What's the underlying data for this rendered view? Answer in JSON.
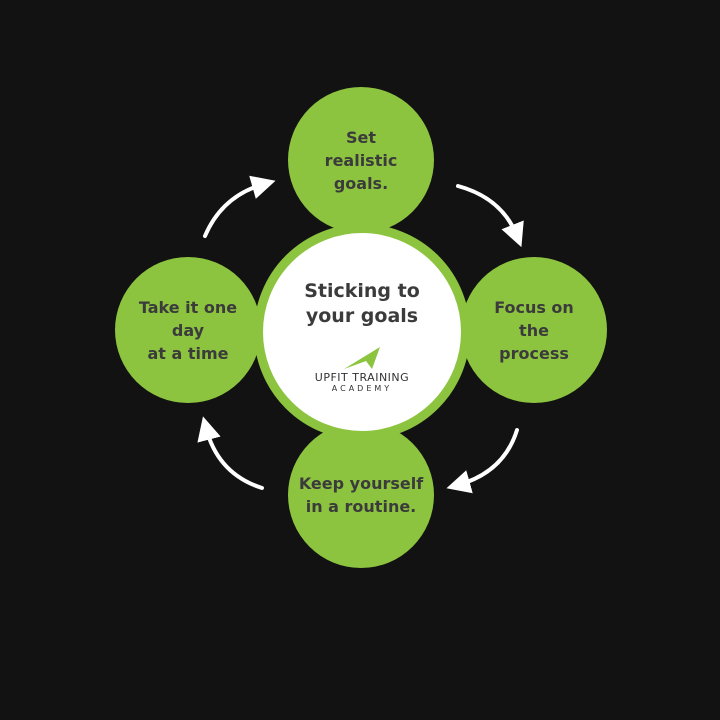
{
  "center": {
    "title": "Sticking to\nyour goals",
    "logo_line1": "UPFIT TRAINING",
    "logo_line2": "ACADEMY"
  },
  "steps": [
    {
      "label": "Set\nrealistic\ngoals."
    },
    {
      "label": "Focus on\nthe\nprocess"
    },
    {
      "label": "Keep yourself\nin a routine."
    },
    {
      "label": "Take it one\nday\nat  a time"
    }
  ],
  "colors": {
    "accent": "#8cc43f",
    "background": "#121212",
    "text": "#3b3b3b"
  }
}
